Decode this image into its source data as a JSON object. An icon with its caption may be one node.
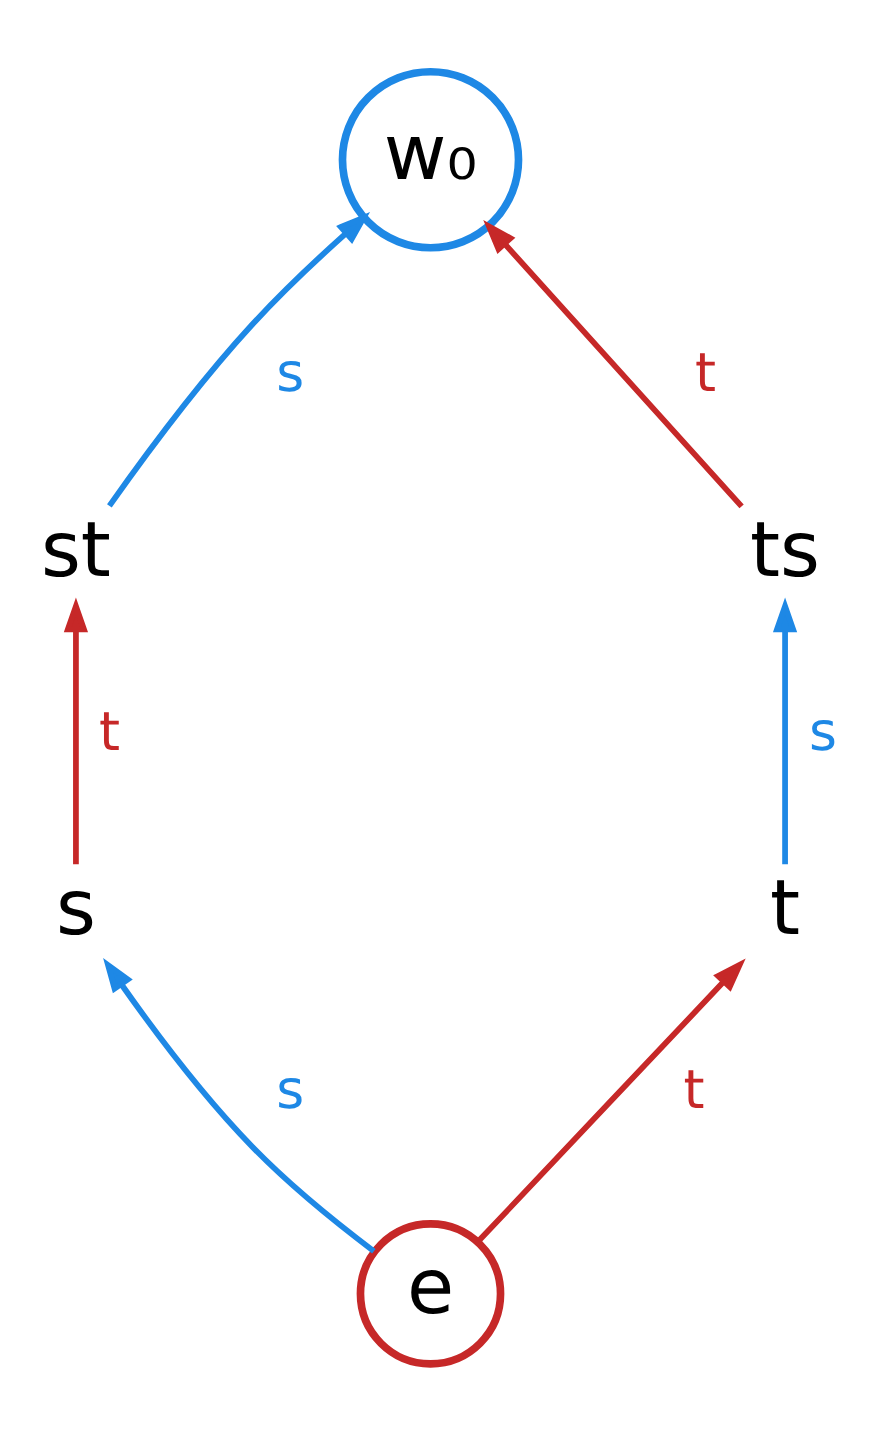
{
  "diagram": {
    "nodes": [
      {
        "text": [
          "w₀"
        ]
      },
      {
        "text": [
          "st"
        ]
      },
      {
        "text": [
          "ts"
        ]
      },
      {
        "text": [
          "s"
        ]
      },
      {
        "text": [
          "t"
        ]
      },
      {
        "text": [
          "e"
        ]
      }
    ],
    "edges": [
      {
        "from": 5,
        "to": 3,
        "arrow": "to",
        "label": "s",
        "color": "#1e88e5"
      },
      {
        "from": 5,
        "to": 4,
        "arrow": "to",
        "label": "t",
        "color": "#c62828"
      },
      {
        "from": 3,
        "to": 1,
        "arrow": "to",
        "label": "t",
        "color": "#c62828"
      },
      {
        "from": 4,
        "to": 2,
        "arrow": "to",
        "label": "s",
        "color": "#1e88e5"
      },
      {
        "from": 1,
        "to": 0,
        "arrow": "to",
        "label": "s",
        "color": "#1e88e5"
      },
      {
        "from": 2,
        "to": 0,
        "arrow": "to",
        "label": "t",
        "color": "#c62828"
      }
    ]
  }
}
